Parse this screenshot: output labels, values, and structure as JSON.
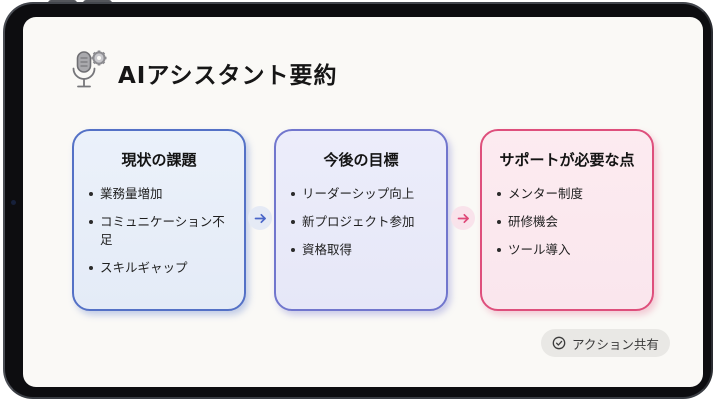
{
  "header": {
    "icon": "microphone-settings-icon",
    "title": "AIアシスタント要約"
  },
  "cards": [
    {
      "title": "現状の課題",
      "items": [
        "業務量増加",
        "コミュニケーション不足",
        "スキルギャップ"
      ],
      "accent_color": "#5471c6",
      "background_color": "#e8eef9"
    },
    {
      "title": "今後の目標",
      "items": [
        "リーダーシップ向上",
        "新プロジェクト参加",
        "資格取得"
      ],
      "accent_color": "#7176cd",
      "background_color": "#e9e9f9"
    },
    {
      "title": "サポートが必要な点",
      "items": [
        "メンター制度",
        "研修機会",
        "ツール導入"
      ],
      "accent_color": "#de4f7c",
      "background_color": "#fbe9ef"
    }
  ],
  "arrows": [
    {
      "icon": "arrow-right-icon",
      "color": "#4a66c8",
      "background": "#e5eaf5"
    },
    {
      "icon": "arrow-right-icon",
      "color": "#de4878",
      "background": "#f9e3eb"
    }
  ],
  "action_button": {
    "icon": "check-circle-icon",
    "label": "アクション共有"
  },
  "screen": {
    "background_color": "#faf9f6"
  }
}
